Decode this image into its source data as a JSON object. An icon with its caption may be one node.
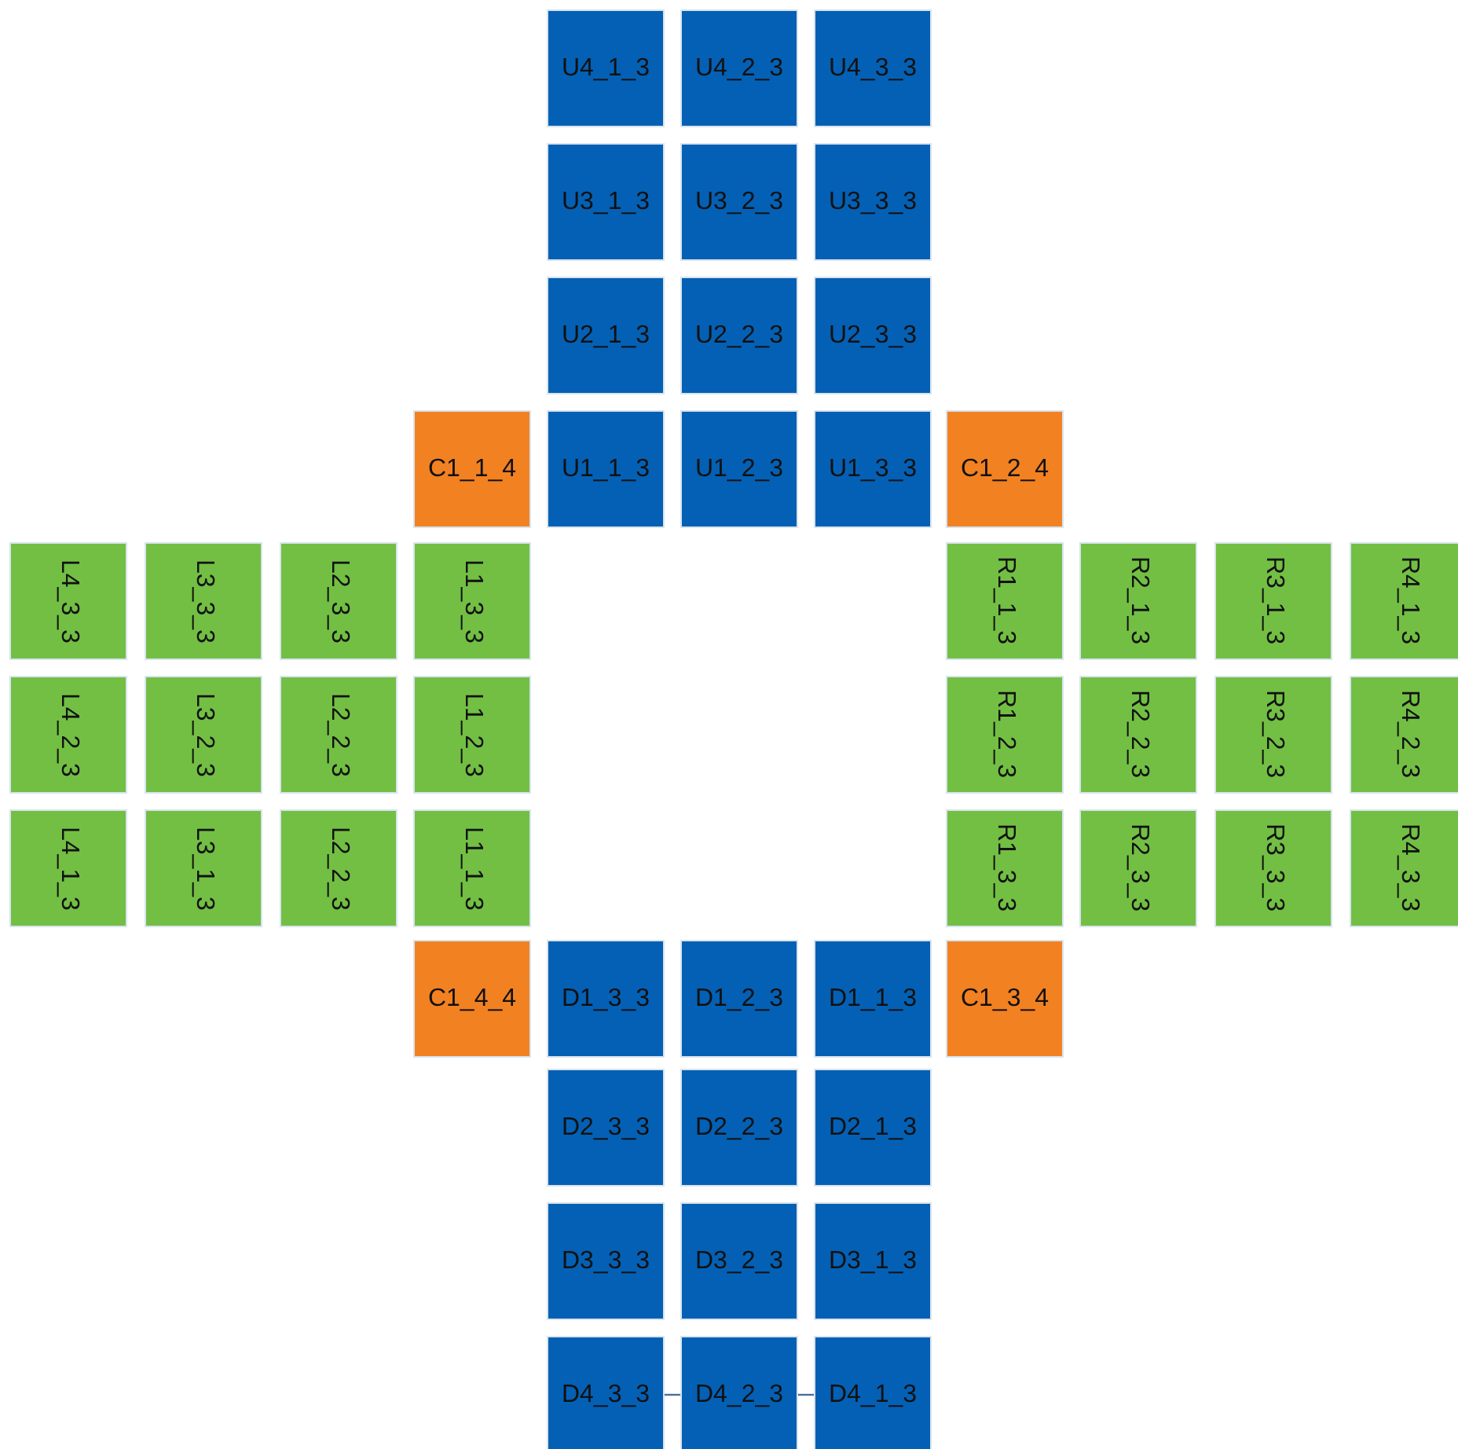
{
  "diagram": {
    "nodes": [
      {
        "text": [
          "U4_1_3"
        ]
      },
      {
        "text": [
          "U4_2_3"
        ]
      },
      {
        "text": [
          "U4_3_3"
        ]
      },
      {
        "text": [
          "U3_1_3"
        ]
      },
      {
        "text": [
          "U3_2_3"
        ]
      },
      {
        "text": [
          "U3_3_3"
        ]
      },
      {
        "text": [
          "U2_1_3"
        ]
      },
      {
        "text": [
          "U2_2_3"
        ]
      },
      {
        "text": [
          "U2_3_3"
        ]
      },
      {
        "text": [
          "C1_1_4"
        ]
      },
      {
        "text": [
          "U1_1_3"
        ]
      },
      {
        "text": [
          "U1_2_3"
        ]
      },
      {
        "text": [
          "U1_3_3"
        ]
      },
      {
        "text": [
          "C1_2_4"
        ]
      },
      {
        "text": [
          "L4_3_3"
        ]
      },
      {
        "text": [
          "L3_3_3"
        ]
      },
      {
        "text": [
          "L2_3_3"
        ]
      },
      {
        "text": [
          "L1_3_3"
        ]
      },
      {
        "text": [
          "R1_1_3"
        ]
      },
      {
        "text": [
          "R2_1_3"
        ]
      },
      {
        "text": [
          "R3_1_3"
        ]
      },
      {
        "text": [
          "R4_1_3"
        ]
      },
      {
        "text": [
          "L4_2_3"
        ]
      },
      {
        "text": [
          "L3_2_3"
        ]
      },
      {
        "text": [
          "L2_2_3"
        ]
      },
      {
        "text": [
          "L1_2_3"
        ]
      },
      {
        "text": [
          "R1_2_3"
        ]
      },
      {
        "text": [
          "R2_2_3"
        ]
      },
      {
        "text": [
          "R3_2_3"
        ]
      },
      {
        "text": [
          "R4_2_3"
        ]
      },
      {
        "text": [
          "L4_1_3"
        ]
      },
      {
        "text": [
          "L3_1_3"
        ]
      },
      {
        "text": [
          "L2_2_3"
        ]
      },
      {
        "text": [
          "L1_1_3"
        ]
      },
      {
        "text": [
          "R1_3_3"
        ]
      },
      {
        "text": [
          "R2_3_3"
        ]
      },
      {
        "text": [
          "R3_3_3"
        ]
      },
      {
        "text": [
          "R4_3_3"
        ]
      },
      {
        "text": [
          "C1_4_4"
        ]
      },
      {
        "text": [
          "D1_3_3"
        ]
      },
      {
        "text": [
          "D1_2_3"
        ]
      },
      {
        "text": [
          "D1_1_3"
        ]
      },
      {
        "text": [
          "C1_3_4"
        ]
      },
      {
        "text": [
          "D2_3_3"
        ]
      },
      {
        "text": [
          "D2_2_3"
        ]
      },
      {
        "text": [
          "D2_1_3"
        ]
      },
      {
        "text": [
          "D3_3_3"
        ]
      },
      {
        "text": [
          "D3_2_3"
        ]
      },
      {
        "text": [
          "D3_1_3"
        ]
      },
      {
        "text": [
          "D4_3_3"
        ]
      },
      {
        "text": [
          "D4_2_3"
        ]
      },
      {
        "text": [
          "D4_1_3"
        ]
      }
    ],
    "edges": [
      {
        "from": 49,
        "to": 50,
        "arrow": "none"
      },
      {
        "from": 50,
        "to": 51,
        "arrow": "none"
      }
    ]
  }
}
